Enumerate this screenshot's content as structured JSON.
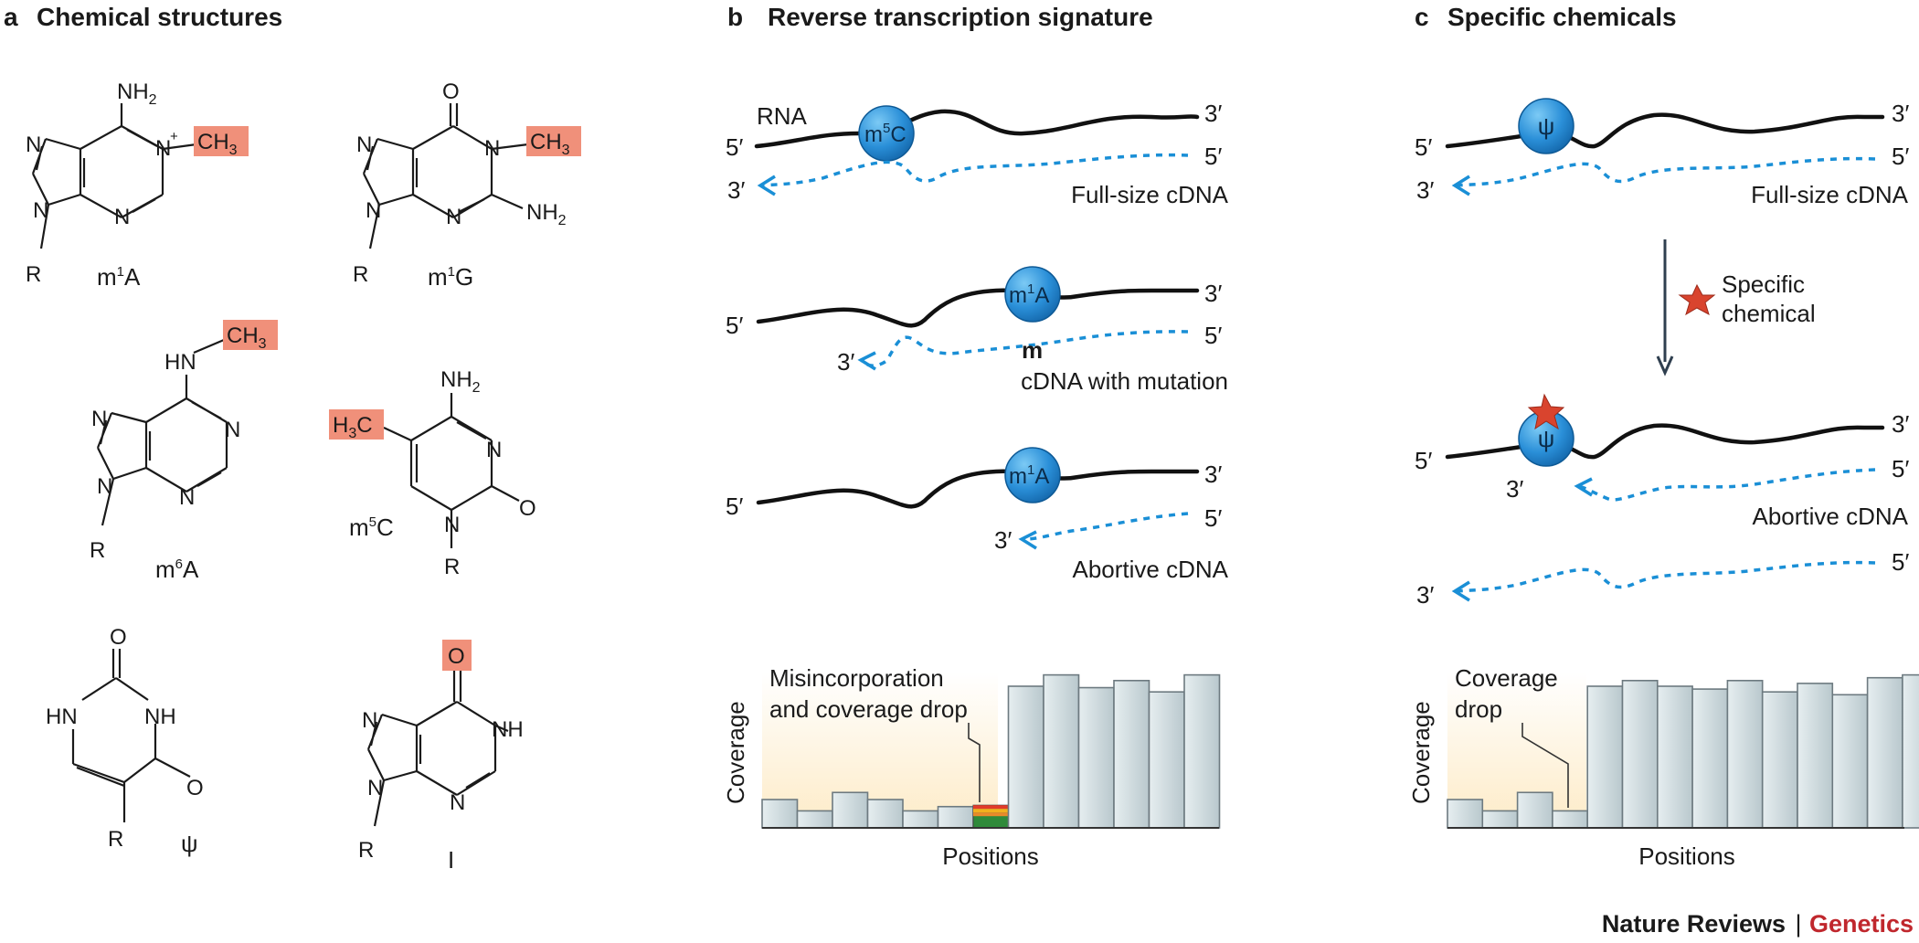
{
  "panel_a": {
    "letter": "a",
    "title": "Chemical structures",
    "molecules": {
      "m1A": {
        "name_base": "m",
        "name_sup": "1",
        "name_rest": "A",
        "nh2": "NH",
        "nh2_sub": "2",
        "n": "N",
        "plus": "+",
        "ch3": "CH",
        "ch3_sub": "3",
        "r": "R"
      },
      "m1G": {
        "name_base": "m",
        "name_sup": "1",
        "name_rest": "G",
        "o": "O",
        "n": "N",
        "ch3": "CH",
        "ch3_sub": "3",
        "nh2": "NH",
        "nh2_sub": "2",
        "r": "R"
      },
      "m6A": {
        "name_base": "m",
        "name_sup": "6",
        "name_rest": "A",
        "hn": "HN",
        "ch3": "CH",
        "ch3_sub": "3",
        "n": "N",
        "r": "R"
      },
      "m5C": {
        "name_base": "m",
        "name_sup": "5",
        "name_rest": "C",
        "nh2": "NH",
        "nh2_sub": "2",
        "h3c_h": "H",
        "h3c_sub": "3",
        "h3c_c": "C",
        "n": "N",
        "o": "O",
        "r": "R"
      },
      "psi": {
        "name": "ψ",
        "o": "O",
        "hn": "HN",
        "nh": "NH",
        "r": "R"
      },
      "inosine": {
        "name": "I",
        "o": "O",
        "n": "N",
        "nh": "NH",
        "r": "R"
      }
    }
  },
  "panel_b": {
    "letter": "b",
    "title": "Reverse transcription signature",
    "rna_label": "RNA",
    "five_prime": "5′",
    "three_prime": "3′",
    "row1": {
      "mod_base": "m",
      "mod_sup": "5",
      "mod_rest": "C",
      "cdna_label": "Full-size cDNA"
    },
    "row2": {
      "mod_base": "m",
      "mod_sup": "1",
      "mod_rest": "A",
      "mutation_mark": "m",
      "cdna_label": "cDNA with mutation"
    },
    "row3": {
      "mod_base": "m",
      "mod_sup": "1",
      "mod_rest": "A",
      "cdna_label": "Abortive cDNA"
    },
    "chart_annotation_line1": "Misincorporation",
    "chart_annotation_line2": "and coverage drop",
    "ylabel": "Coverage",
    "xlabel": "Positions"
  },
  "panel_c": {
    "letter": "c",
    "title": "Specific chemicals",
    "five_prime": "5′",
    "three_prime": "3′",
    "mod_name": "ψ",
    "row1_cdna_label": "Full-size cDNA",
    "step_label_line1": "Specific",
    "step_label_line2": "chemical",
    "row2_cdna_label": "Abortive cDNA",
    "chart_annotation_line1": "Coverage",
    "chart_annotation_line2": "drop",
    "ylabel": "Coverage",
    "xlabel": "Positions"
  },
  "colors": {
    "rna": "#111111",
    "cdna": "#1a8fd6",
    "modification_circle": "#2a8fd8",
    "methyl_highlight": "#f0907a",
    "coverage_bar": "#cfd9dc",
    "chemical_star": "#d9442e"
  },
  "chart_data": [
    {
      "type": "bar",
      "title": "",
      "xlabel": "Positions",
      "ylabel": "Coverage",
      "values": [
        2,
        1.2,
        2.5,
        2,
        1.2,
        1.5,
        1.6,
        10,
        10.8,
        9.9,
        10.4,
        9.6,
        10.8
      ],
      "mismatch_position_index": 6
    },
    {
      "type": "bar",
      "title": "",
      "xlabel": "Positions",
      "ylabel": "Coverage",
      "values": [
        2,
        1.2,
        2.5,
        1.2,
        10,
        10.4,
        10,
        9.8,
        10.4,
        9.6,
        10.2,
        9.4,
        10.6,
        10.8
      ]
    }
  ],
  "footer": {
    "brand": "Nature Reviews",
    "separator": "|",
    "journal": "Genetics"
  }
}
